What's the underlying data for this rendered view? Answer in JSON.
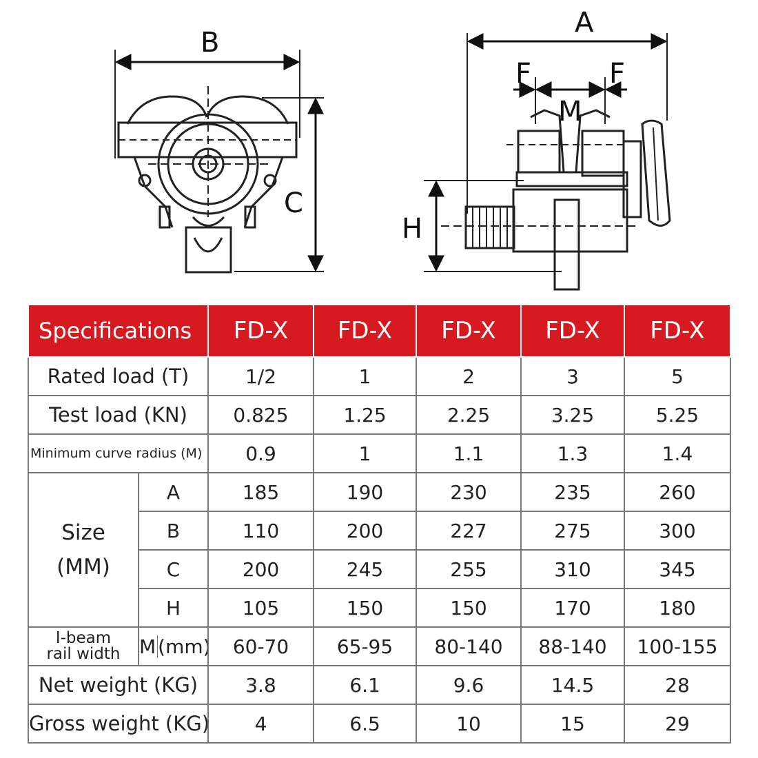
{
  "drawing": {
    "labels": {
      "a": "A",
      "b": "B",
      "c": "C",
      "f_left": "F",
      "f_right": "F",
      "m": "M",
      "h": "H"
    }
  },
  "table": {
    "header": {
      "spec_label": "Specifications",
      "models": [
        "FD-X",
        "FD-X",
        "FD-X",
        "FD-X",
        "FD-X"
      ]
    },
    "rows": {
      "rated_load": {
        "label": "Rated load (T)",
        "values": [
          "1/2",
          "1",
          "2",
          "3",
          "5"
        ]
      },
      "test_load": {
        "label": "Test load (KN)",
        "values": [
          "0.825",
          "1.25",
          "2.25",
          "3.25",
          "5.25"
        ]
      },
      "min_curve": {
        "label": "Minimum curve radius (M)",
        "values": [
          "0.9",
          "1",
          "1.1",
          "1.3",
          "1.4"
        ]
      },
      "size": {
        "label_line1": "Size",
        "label_line2": "(MM)",
        "a": {
          "label": "A",
          "values": [
            "185",
            "190",
            "230",
            "235",
            "260"
          ]
        },
        "b": {
          "label": "B",
          "values": [
            "110",
            "200",
            "227",
            "275",
            "300"
          ]
        },
        "c": {
          "label": "C",
          "values": [
            "200",
            "245",
            "255",
            "310",
            "345"
          ]
        },
        "h": {
          "label": "H",
          "values": [
            "105",
            "150",
            "150",
            "170",
            "180"
          ]
        }
      },
      "ibeam": {
        "label_line1": "I-beam",
        "label_line2": "rail width",
        "unit_m": "M",
        "unit_mm": "(mm)",
        "values": [
          "60-70",
          "65-95",
          "80-140",
          "88-140",
          "100-155"
        ]
      },
      "net_weight": {
        "label": "Net weight (KG)",
        "values": [
          "3.8",
          "6.1",
          "9.6",
          "14.5",
          "28"
        ]
      },
      "gross_weight": {
        "label": "Gross weight (KG)",
        "values": [
          "4",
          "6.5",
          "10",
          "15",
          "29"
        ]
      }
    }
  },
  "colors": {
    "header_red": "#d71a1f",
    "header_text": "#ffffff",
    "grid": "#777777"
  }
}
